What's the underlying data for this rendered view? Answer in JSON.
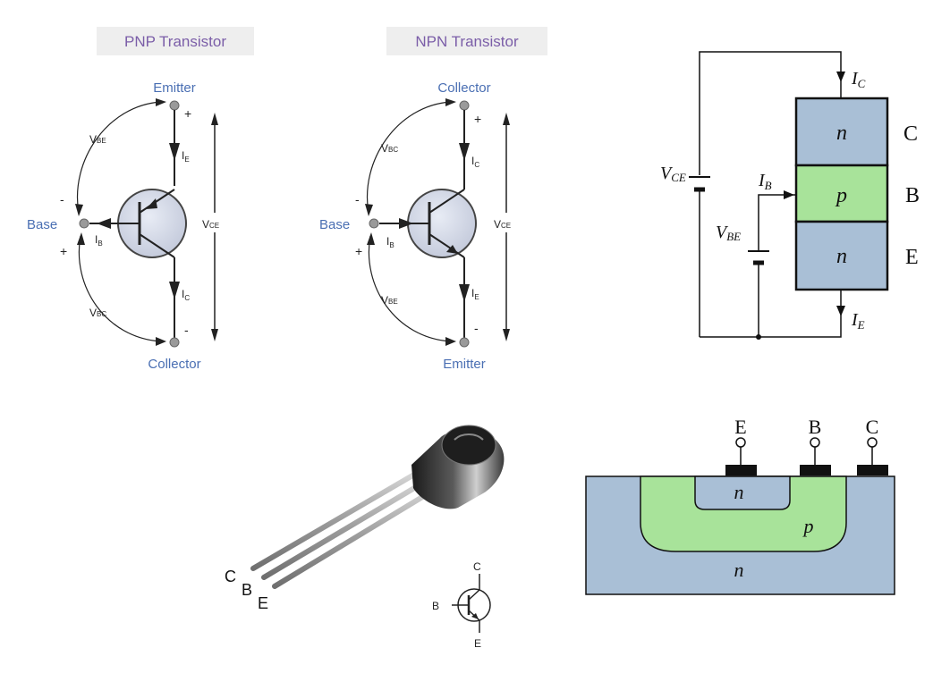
{
  "pnp": {
    "title": "PNP Transistor",
    "emitter": "Emitter",
    "base": "Base",
    "collector": "Collector",
    "v_be_main": "V",
    "v_be_sub": "BE",
    "v_bc_main": "V",
    "v_bc_sub": "BC",
    "v_ce_main": "V",
    "v_ce_sub": "CE",
    "i_e_main": "I",
    "i_e_sub": "E",
    "i_b_main": "I",
    "i_b_sub": "B",
    "i_c_main": "I",
    "i_c_sub": "C",
    "plus_top": "+",
    "minus_bottom": "-",
    "minus_left": "-",
    "plus_left": "+"
  },
  "npn": {
    "title": "NPN Transistor",
    "collector": "Collector",
    "base": "Base",
    "emitter": "Emitter",
    "v_bc_main": "V",
    "v_bc_sub": "BC",
    "v_be_main": "V",
    "v_be_sub": "BE",
    "v_ce_main": "V",
    "v_ce_sub": "CE",
    "i_c_main": "I",
    "i_c_sub": "C",
    "i_b_main": "I",
    "i_b_sub": "B",
    "i_e_main": "I",
    "i_e_sub": "E",
    "plus_top": "+",
    "minus_bottom": "-",
    "minus_left": "-",
    "plus_left": "+"
  },
  "circuit": {
    "ic_main": "I",
    "ic_sub": "C",
    "ib_main": "I",
    "ib_sub": "B",
    "ie_main": "I",
    "ie_sub": "E",
    "vce_main": "V",
    "vce_sub": "CE",
    "vbe_main": "V",
    "vbe_sub": "BE",
    "layer_top": "n",
    "layer_mid": "p",
    "layer_bot": "n",
    "label_c": "C",
    "label_b": "B",
    "label_e": "E",
    "colors": {
      "n_region": "#a9bfd6",
      "p_region": "#a8e39a"
    }
  },
  "package": {
    "pin_c": "C",
    "pin_b": "B",
    "pin_e": "E",
    "sym_c": "C",
    "sym_b": "B",
    "sym_e": "E"
  },
  "cross_section": {
    "term_e": "E",
    "term_b": "B",
    "term_c": "C",
    "region_emitter": "n",
    "region_base": "p",
    "region_substrate": "n"
  }
}
